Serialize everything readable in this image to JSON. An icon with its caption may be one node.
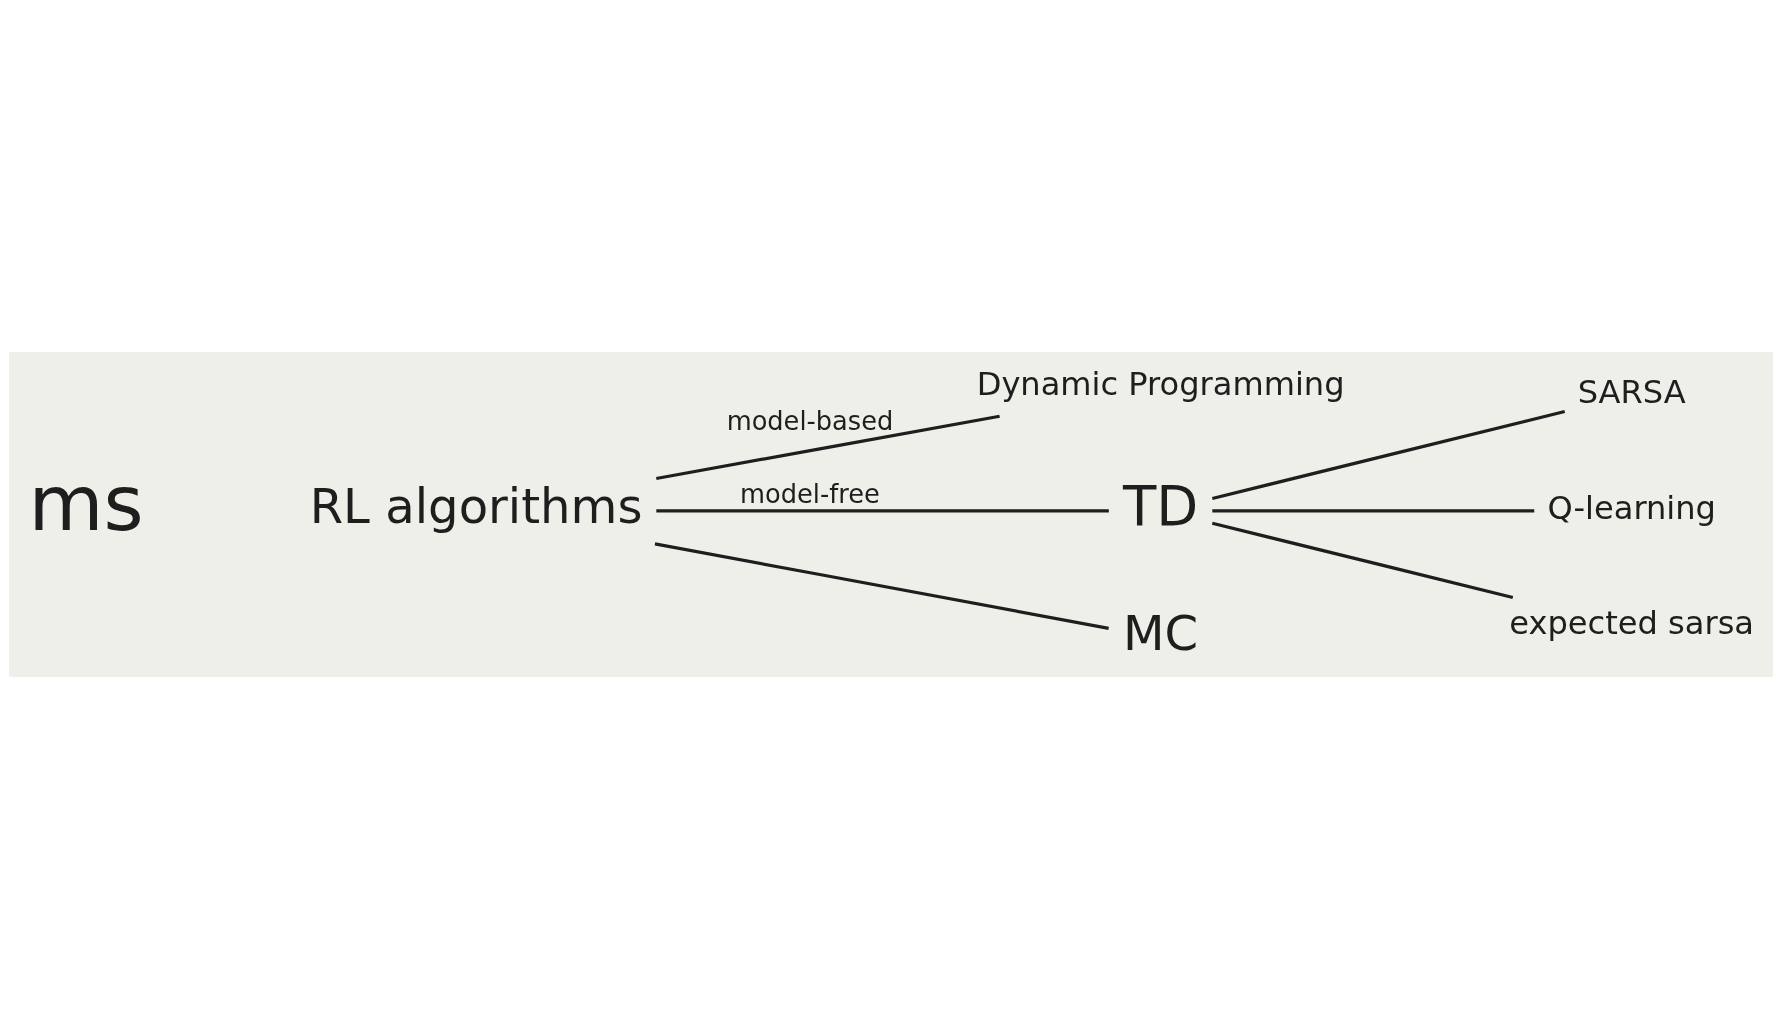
{
  "diagram": {
    "nodes": [
      {
        "text": [
          "RL algorithms"
        ]
      },
      {
        "text": [
          "Dynamic Programming"
        ]
      },
      {
        "text": [
          "TD"
        ]
      },
      {
        "text": [
          "MC"
        ]
      },
      {
        "text": [
          "SARSA"
        ]
      },
      {
        "text": [
          "Q-learning"
        ]
      },
      {
        "text": [
          "expected sarsa"
        ]
      }
    ],
    "edges": [
      {
        "from": 0,
        "to": 1,
        "arrow": "none",
        "label": "model-based"
      },
      {
        "from": 0,
        "to": 2,
        "arrow": "none",
        "label": "model-free"
      },
      {
        "from": 0,
        "to": 3,
        "arrow": "none"
      },
      {
        "from": 2,
        "to": 4,
        "arrow": "none"
      },
      {
        "from": 2,
        "to": 5,
        "arrow": "none"
      },
      {
        "from": 2,
        "to": 6,
        "arrow": "none"
      }
    ],
    "labels": [
      "ms"
    ]
  }
}
